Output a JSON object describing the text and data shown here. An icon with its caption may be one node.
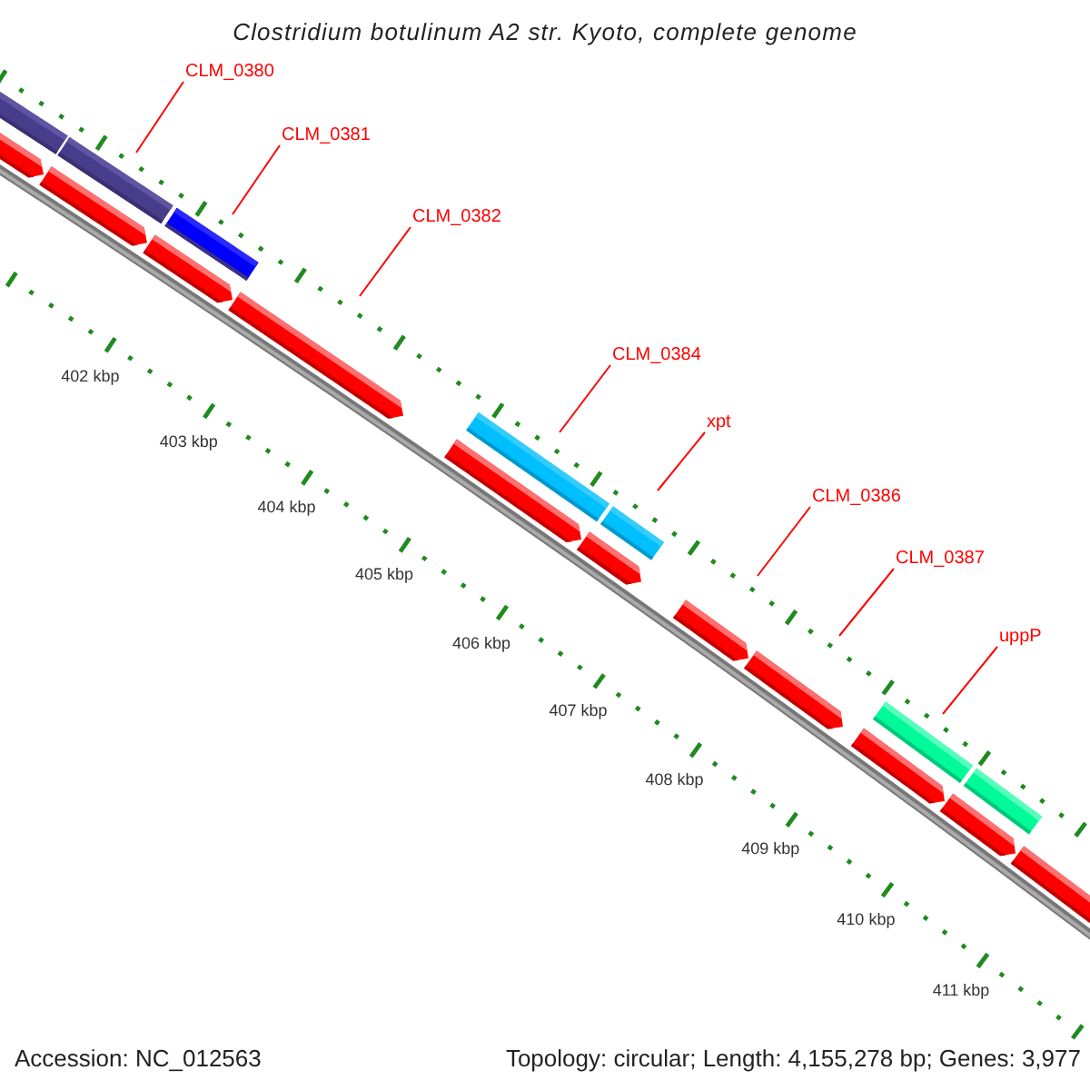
{
  "diagram": {
    "title": "Clostridium botulinum A2 str. Kyoto, complete genome",
    "nodes": [
      {
        "text": [
          "CLM_0380"
        ]
      },
      {
        "text": [
          "CLM_0381"
        ]
      },
      {
        "text": [
          "CLM_0382"
        ]
      },
      {
        "text": [
          "CLM_0384"
        ]
      },
      {
        "text": [
          "xpt"
        ]
      },
      {
        "text": [
          "CLM_0386"
        ]
      },
      {
        "text": [
          "CLM_0387"
        ]
      },
      {
        "text": [
          "uppP"
        ]
      }
    ],
    "edges": [
      {
        "from": 0,
        "to": null,
        "arrow": "none"
      },
      {
        "from": 1,
        "to": null,
        "arrow": "none"
      },
      {
        "from": 2,
        "to": null,
        "arrow": "none"
      },
      {
        "from": 3,
        "to": null,
        "arrow": "none"
      },
      {
        "from": 4,
        "to": null,
        "arrow": "none"
      },
      {
        "from": 5,
        "to": null,
        "arrow": "none"
      },
      {
        "from": 6,
        "to": null,
        "arrow": "none"
      },
      {
        "from": 7,
        "to": null,
        "arrow": "none"
      }
    ],
    "labels": [
      "402 kbp",
      "403 kbp",
      "404 kbp",
      "405 kbp",
      "406 kbp",
      "407 kbp",
      "408 kbp",
      "409 kbp",
      "410 kbp",
      "411 kbp",
      "Accession: NC_012563",
      "Topology: circular; Length: 4,155,278 bp; Genes: 3,977"
    ]
  }
}
